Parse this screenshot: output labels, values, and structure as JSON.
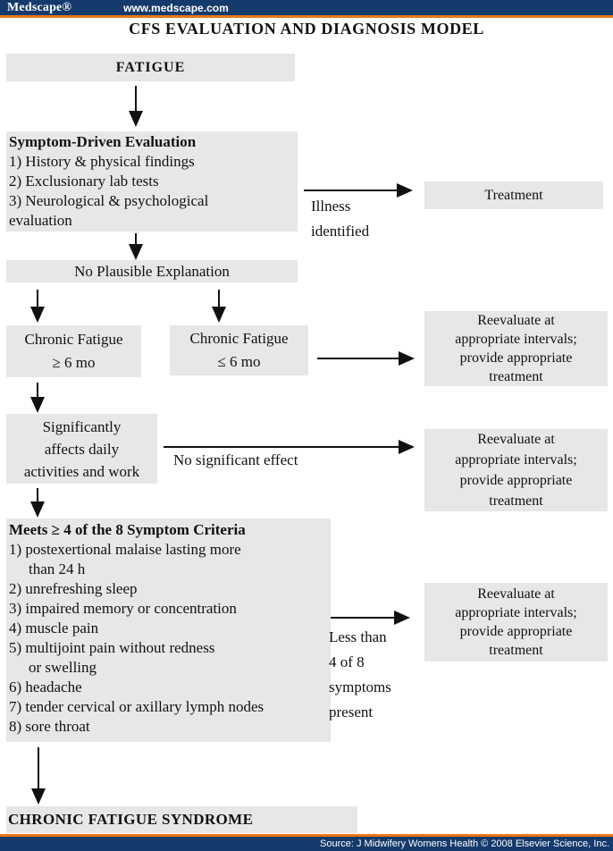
{
  "header": {
    "logo": "Medscape®",
    "url": "www.medscape.com"
  },
  "title": "CFS EVALUATION AND DIAGNOSIS MODEL",
  "colors": {
    "navy": "#153a6c",
    "orange": "#e87817",
    "box_fill": "#e7e7e7",
    "text": "#111111"
  },
  "boxes": {
    "fatigue": {
      "label": "FATIGUE"
    },
    "symptom_eval": {
      "title": "Symptom-Driven Evaluation",
      "items": [
        "1) History & physical findings",
        "2) Exclusionary lab tests",
        "3) Neurological & psychological",
        "evaluation"
      ]
    },
    "treatment": {
      "label": "Treatment"
    },
    "no_plausible": {
      "label": "No Plausible Explanation"
    },
    "chronic_ge": {
      "lines": [
        "Chronic Fatigue",
        "≥ 6 mo"
      ]
    },
    "chronic_le": {
      "lines": [
        "Chronic Fatigue",
        "≤ 6 mo"
      ]
    },
    "reevaluate": {
      "lines": [
        "Reevaluate at",
        "appropriate intervals;",
        "provide appropriate",
        "treatment"
      ]
    },
    "significantly": {
      "lines": [
        "Significantly",
        "affects daily",
        "activities and work"
      ]
    },
    "meets": {
      "title": "Meets ≥ 4 of the 8 Symptom Criteria",
      "items": [
        "1) postexertional malaise lasting more",
        "than 24 h",
        "2) unrefreshing sleep",
        "3) impaired memory or concentration",
        "4) muscle pain",
        "5) multijoint pain without redness",
        "or swelling",
        "6) headache",
        "7) tender cervical or axillary lymph nodes",
        "8) sore throat"
      ]
    },
    "cfs": {
      "label": "CHRONIC FATIGUE SYNDROME"
    }
  },
  "labels": {
    "illness_identified": {
      "lines": [
        "Illness",
        "identified"
      ]
    },
    "no_significant_effect": "No significant effect",
    "less_than": {
      "lines": [
        "Less than",
        "4 of 8",
        "symptoms",
        "present"
      ]
    }
  },
  "footer": {
    "source": "Source: J Midwifery Womens Health © 2008 Elsevier Science, Inc."
  }
}
